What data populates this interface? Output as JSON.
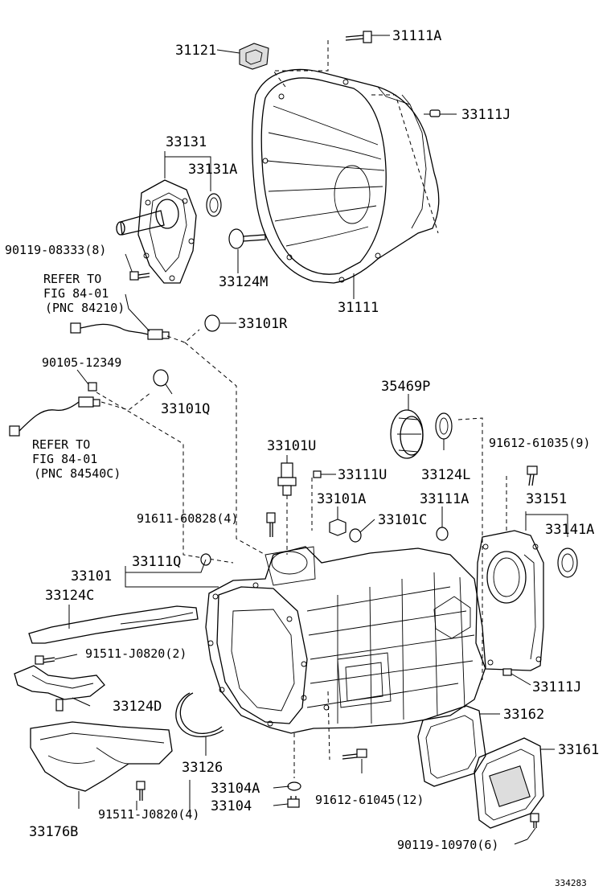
{
  "labels": {
    "l31121": "31121",
    "l31111A": "31111A",
    "l33111J_top": "33111J",
    "l33131": "33131",
    "l33131A": "33131A",
    "l90119_08333": "90119-08333(8)",
    "l33124M": "33124M",
    "l31111": "31111",
    "refer1_a": "REFER TO",
    "refer1_b": "FIG 84-01",
    "refer1_c": "(PNC 84210)",
    "l33101R": "33101R",
    "l90105_12349": "90105-12349",
    "l33101Q": "33101Q",
    "refer2_a": "REFER TO",
    "refer2_b": "FIG 84-01",
    "refer2_c": "(PNC 84540C)",
    "l35469P": "35469P",
    "l91612_61035": "91612-61035(9)",
    "l33101U": "33101U",
    "l33111U": "33111U",
    "l33124L": "33124L",
    "l33101A": "33101A",
    "l33111A": "33111A",
    "l33151": "33151",
    "l91611_60828": "91611-60828(4)",
    "l33101C": "33101C",
    "l33141A": "33141A",
    "l33101": "33101",
    "l33111Q": "33111Q",
    "l33124C": "33124C",
    "l91511_J0820_2": "91511-J0820(2)",
    "l33124D": "33124D",
    "l33111J_bot": "33111J",
    "l33162": "33162",
    "l33161": "33161",
    "l33126": "33126",
    "l33104A": "33104A",
    "l33104": "33104",
    "l91612_61045": "91612-61045(12)",
    "l91511_J0820_4": "91511-J0820(4)",
    "l33176B": "33176B",
    "l90119_10970": "90119-10970(6)",
    "figure_code": "334283"
  }
}
